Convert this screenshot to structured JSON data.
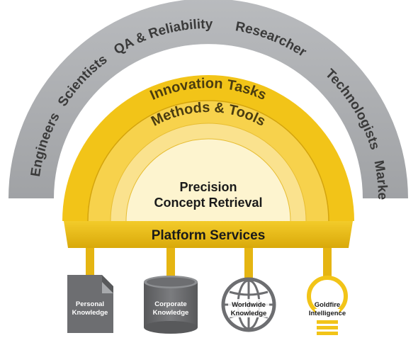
{
  "roles": [
    "Engineers",
    "Scientists",
    "QA & Reliability",
    "Researcher",
    "Technologists",
    "Marketing"
  ],
  "rings": {
    "outer": "Innovation Tasks",
    "middle": "Methods & Tools",
    "inner_line1": "Precision",
    "inner_line2": "Concept Retrieval"
  },
  "platform": "Platform Services",
  "sources": {
    "personal": [
      "Personal",
      "Knowledge"
    ],
    "corporate": [
      "Corporate",
      "Knowledge"
    ],
    "worldwide": [
      "Worldwide",
      "Knowledge"
    ],
    "goldfire": [
      "Goldfire",
      "Intelligence"
    ]
  },
  "colors": {
    "gray_band": "#a7a9ac",
    "gray_dark": "#6d6e71",
    "gold": "#f2c418",
    "gold_mid": "#f7d24c",
    "gold_light": "#fae28e",
    "cream": "#fdf4cf",
    "platform": "#edbb12"
  }
}
